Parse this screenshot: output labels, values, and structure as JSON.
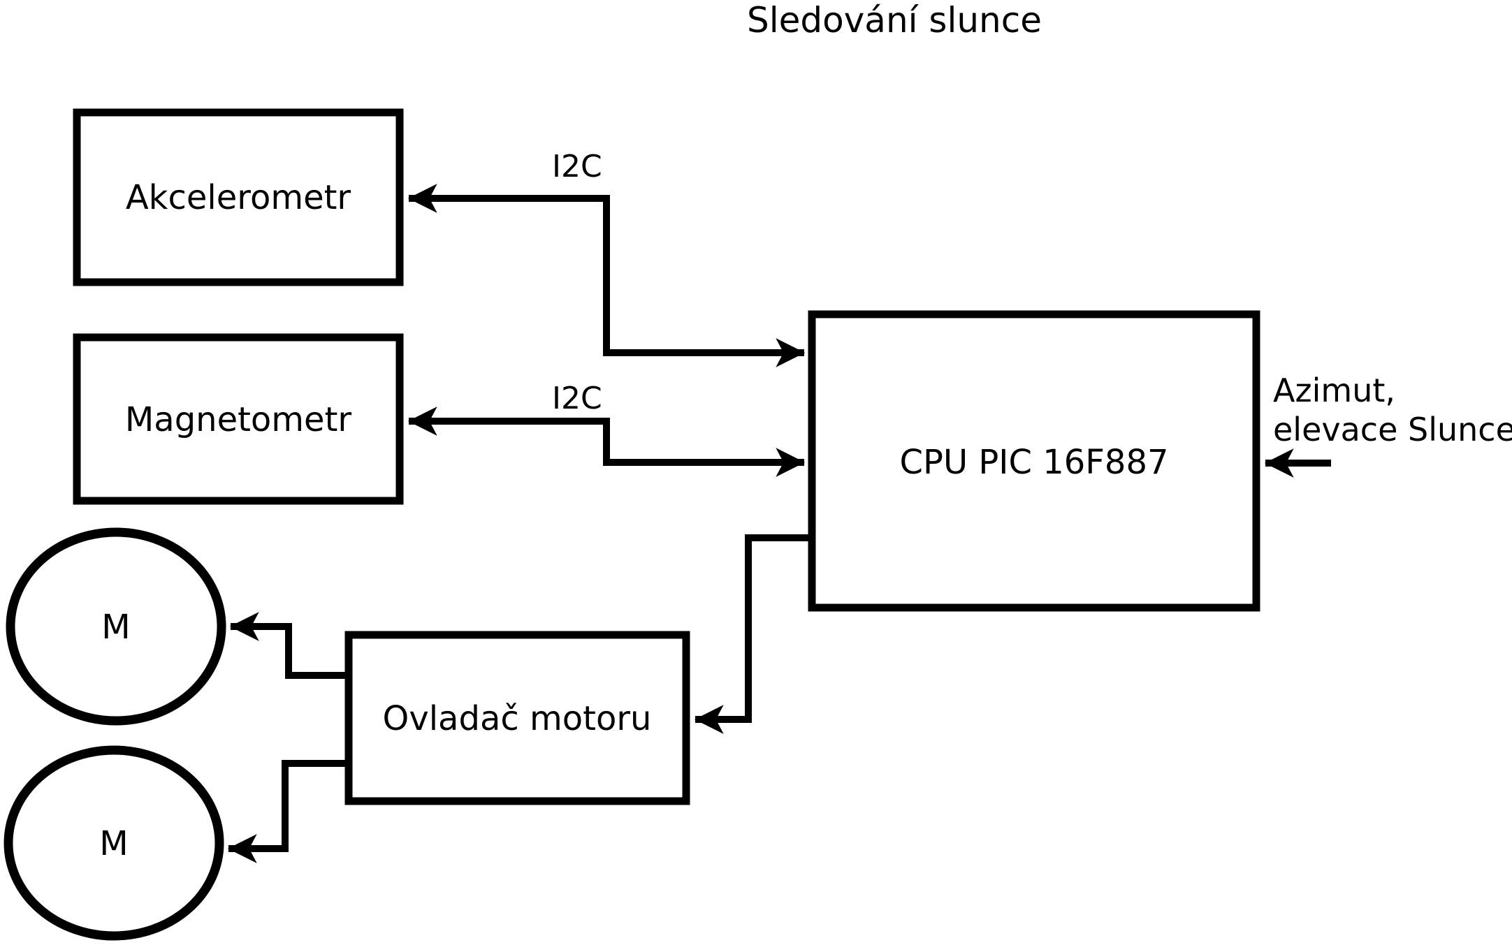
{
  "page": {
    "background": "#ffffff"
  },
  "diagram": {
    "title": "Sledování slunce",
    "line_color": "#000000",
    "nodes": {
      "akcelerometr": "Akcelerometr",
      "magnetometr": "Magnetometr",
      "cpu": "CPU PIC 16F887",
      "motor_driver": "Ovladač motoru",
      "motor_top": "M",
      "motor_bottom": "M"
    },
    "labels": {
      "i2c_accel": "I2C",
      "i2c_mag": "I2C",
      "azimut_line1": "Azimut,",
      "azimut_line2": "elevace Slunce"
    }
  }
}
